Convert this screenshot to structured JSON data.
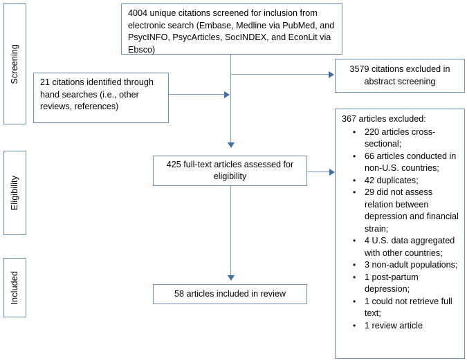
{
  "diagram": {
    "title": "PRISMA study selection flow diagram",
    "border_color": "#7090B0",
    "connector_color": "#7F9EBD",
    "arrow_color": "#3E6FA8"
  },
  "stages": [
    {
      "label": "Screening"
    },
    {
      "label": "Eligibility"
    },
    {
      "label": "Included"
    }
  ],
  "boxes": {
    "screened": {
      "text": "4004 unique citations screened for inclusion from electronic search (Embase, Medline via PubMed, and PsycINFO, PsycArticles, SocINDEX, and EconLit via Ebsco)"
    },
    "hand_search": {
      "text": "21 citations identified through hand searches (i.e., other reviews, references)"
    },
    "abstract_excluded": {
      "text": "3579 citations excluded in abstract screening"
    },
    "full_text": {
      "text": "425 full-text articles assessed for eligibility"
    },
    "included": {
      "text": "58 articles included in review"
    },
    "articles_excluded": {
      "heading": "367 articles excluded:",
      "items": [
        "220 articles cross-sectional;",
        "66 articles conducted in non-U.S. countries;",
        "42 duplicates;",
        "29 did not assess relation between depression and financial strain;",
        "4 U.S. data aggregated with other countries;",
        "3 non-adult populations;",
        "1 post-partum depression;",
        "1 could not retrieve full text;",
        "1 review article"
      ]
    }
  }
}
